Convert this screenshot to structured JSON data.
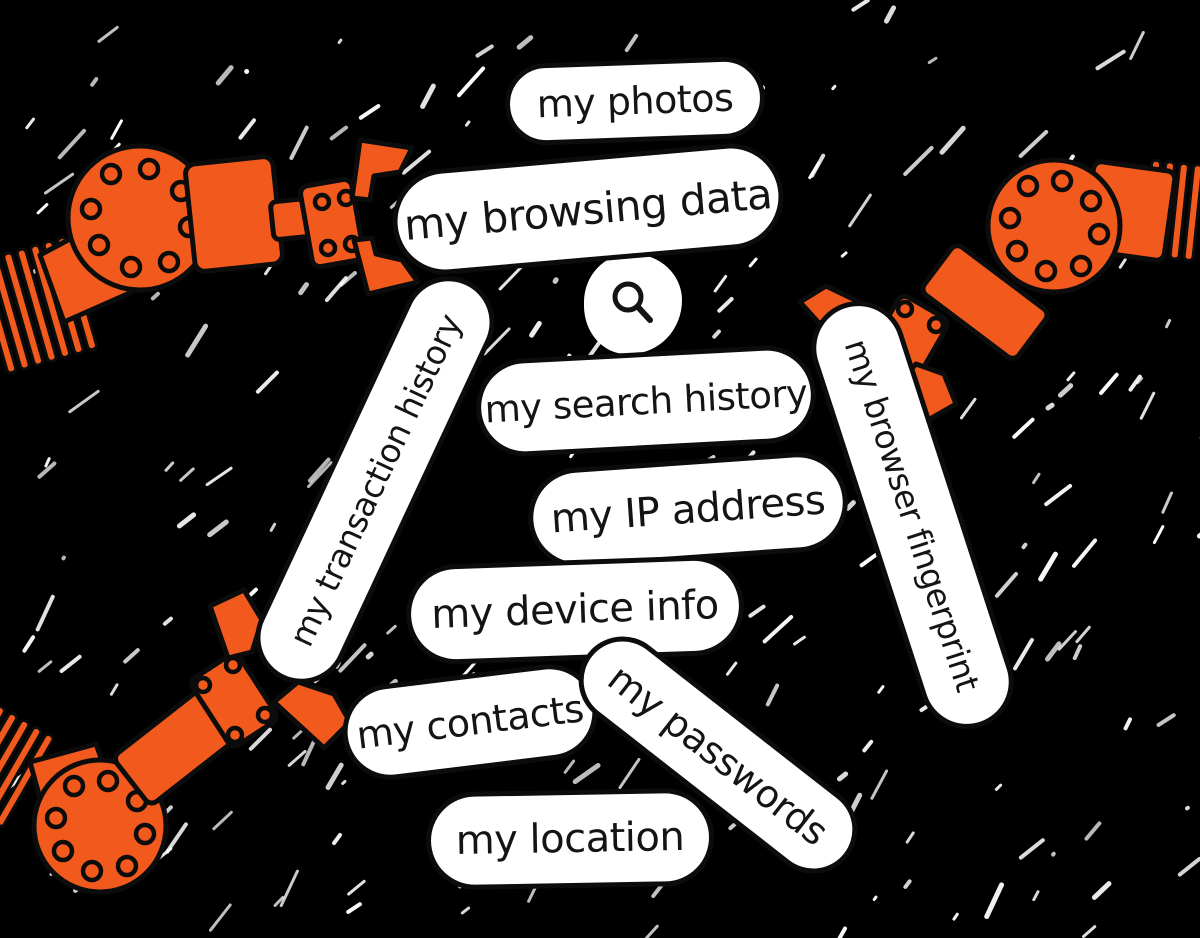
{
  "canvas": {
    "background_color": "#000000",
    "robot_arm_color": "#f25a1d",
    "pill_fill_color": "#ffffff",
    "outline_color": "#0c0c0c",
    "text_color": "#141414",
    "texture_color": "#ffffff"
  },
  "search_icon": {
    "name": "magnifying-glass"
  },
  "pills": {
    "photos": {
      "label": "my photos"
    },
    "browsing_data": {
      "label": "my browsing data"
    },
    "search_history": {
      "label": "my search history"
    },
    "ip_address": {
      "label": "my IP address"
    },
    "device_info": {
      "label": "my device info"
    },
    "contacts": {
      "label": "my contacts"
    },
    "passwords": {
      "label": "my passwords"
    },
    "location": {
      "label": "my location"
    },
    "transaction_history": {
      "label": "my transaction history"
    },
    "browser_fingerprint": {
      "label": "my browser fingerprint"
    }
  }
}
